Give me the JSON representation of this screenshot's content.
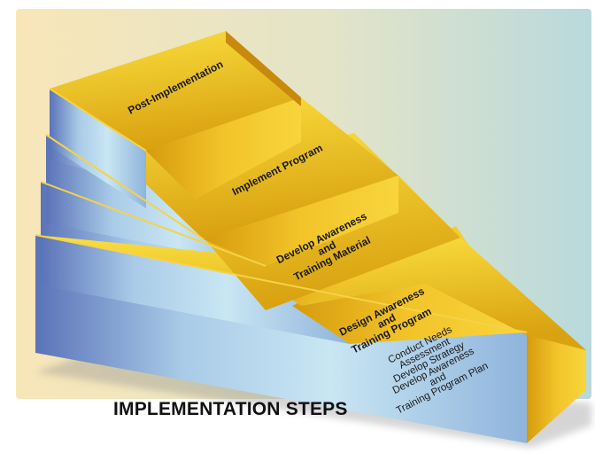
{
  "diagram": {
    "caption": "IMPLEMENTATION STEPS",
    "colors": {
      "top_gold_light": "#fbe040",
      "top_gold_dark": "#d9a210",
      "side_blue_light": "#c9e6f3",
      "side_blue_dark": "#5a73b8",
      "background_warm": "#f8e6b8",
      "background_cool": "#b9d9dc",
      "label_color": "#1a1a1a"
    },
    "steps": [
      {
        "label_lines": [
          "Post-Implementation"
        ]
      },
      {
        "label_lines": [
          "Implement Program"
        ]
      },
      {
        "label_lines": [
          "Develop Awareness",
          "and",
          "Training Material"
        ]
      },
      {
        "label_lines": [
          "Design Awareness",
          "and",
          "Training Program"
        ]
      },
      {
        "label_lines": [
          "Conduct Needs",
          "Assessment",
          "Develop Strategy",
          "Develop Awareness",
          "and",
          "Training Program Plan"
        ]
      }
    ]
  }
}
